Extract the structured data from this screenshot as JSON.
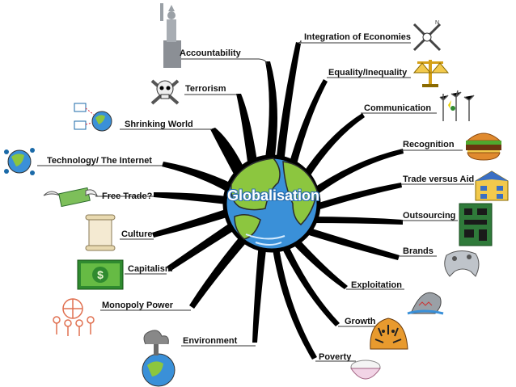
{
  "center": {
    "title": "Globalisation"
  },
  "left_topics": [
    {
      "label": "Accountability",
      "icon": "statue-of-liberty-icon"
    },
    {
      "label": "Terrorism",
      "icon": "skull-crossbones-icon"
    },
    {
      "label": "Shrinking World",
      "icon": "networked-globe-icon"
    },
    {
      "label": "Technology/ The Internet",
      "icon": "connected-globe-icon"
    },
    {
      "label": "Free Trade?",
      "icon": "flying-money-icon"
    },
    {
      "label": "Culture",
      "icon": "scroll-icon"
    },
    {
      "label": "Capitalism",
      "icon": "dollar-bill-icon"
    },
    {
      "label": "Monopoly Power",
      "icon": "people-holding-globe-icon"
    },
    {
      "label": "Environment",
      "icon": "polluted-earth-icon"
    }
  ],
  "right_topics": [
    {
      "label": "Integration of Economies",
      "icon": "compass-icon"
    },
    {
      "label": "Equality/Inequality",
      "icon": "balance-scale-icon"
    },
    {
      "label": "Communication",
      "icon": "wind-turbines-icon"
    },
    {
      "label": "Recognition",
      "icon": "hamburger-icon"
    },
    {
      "label": "Trade versus Aid",
      "icon": "building-icon"
    },
    {
      "label": "Outsourcing",
      "icon": "circuit-board-icon"
    },
    {
      "label": "Brands",
      "icon": "game-controller-icon"
    },
    {
      "label": "Exploitation",
      "icon": "shark-icon"
    },
    {
      "label": "Growth",
      "icon": "tiger-icon"
    },
    {
      "label": "Poverty",
      "icon": "rice-bowl-icon"
    }
  ],
  "colors": {
    "spoke": "#000000",
    "ocean": "#3a90d8",
    "land": "#8cc63f",
    "line": "#333333"
  }
}
